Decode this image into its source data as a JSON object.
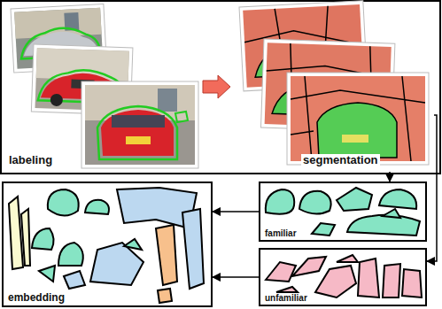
{
  "diagram": {
    "nodes": [
      {
        "text": [
          "labeling"
        ]
      },
      {
        "text": [
          "segmentation"
        ]
      },
      {
        "text": [
          "familiar"
        ]
      },
      {
        "text": [
          "unfamiliar"
        ]
      },
      {
        "text": [
          "embedding"
        ]
      }
    ],
    "edges": [
      {
        "from": 0,
        "to": 1,
        "arrow": "to"
      },
      {
        "from": 1,
        "to": 2,
        "arrow": "to"
      },
      {
        "from": 1,
        "to": 3,
        "arrow": "to"
      },
      {
        "from": 2,
        "to": 4,
        "arrow": "to"
      },
      {
        "from": 3,
        "to": 4,
        "arrow": "to"
      }
    ]
  }
}
